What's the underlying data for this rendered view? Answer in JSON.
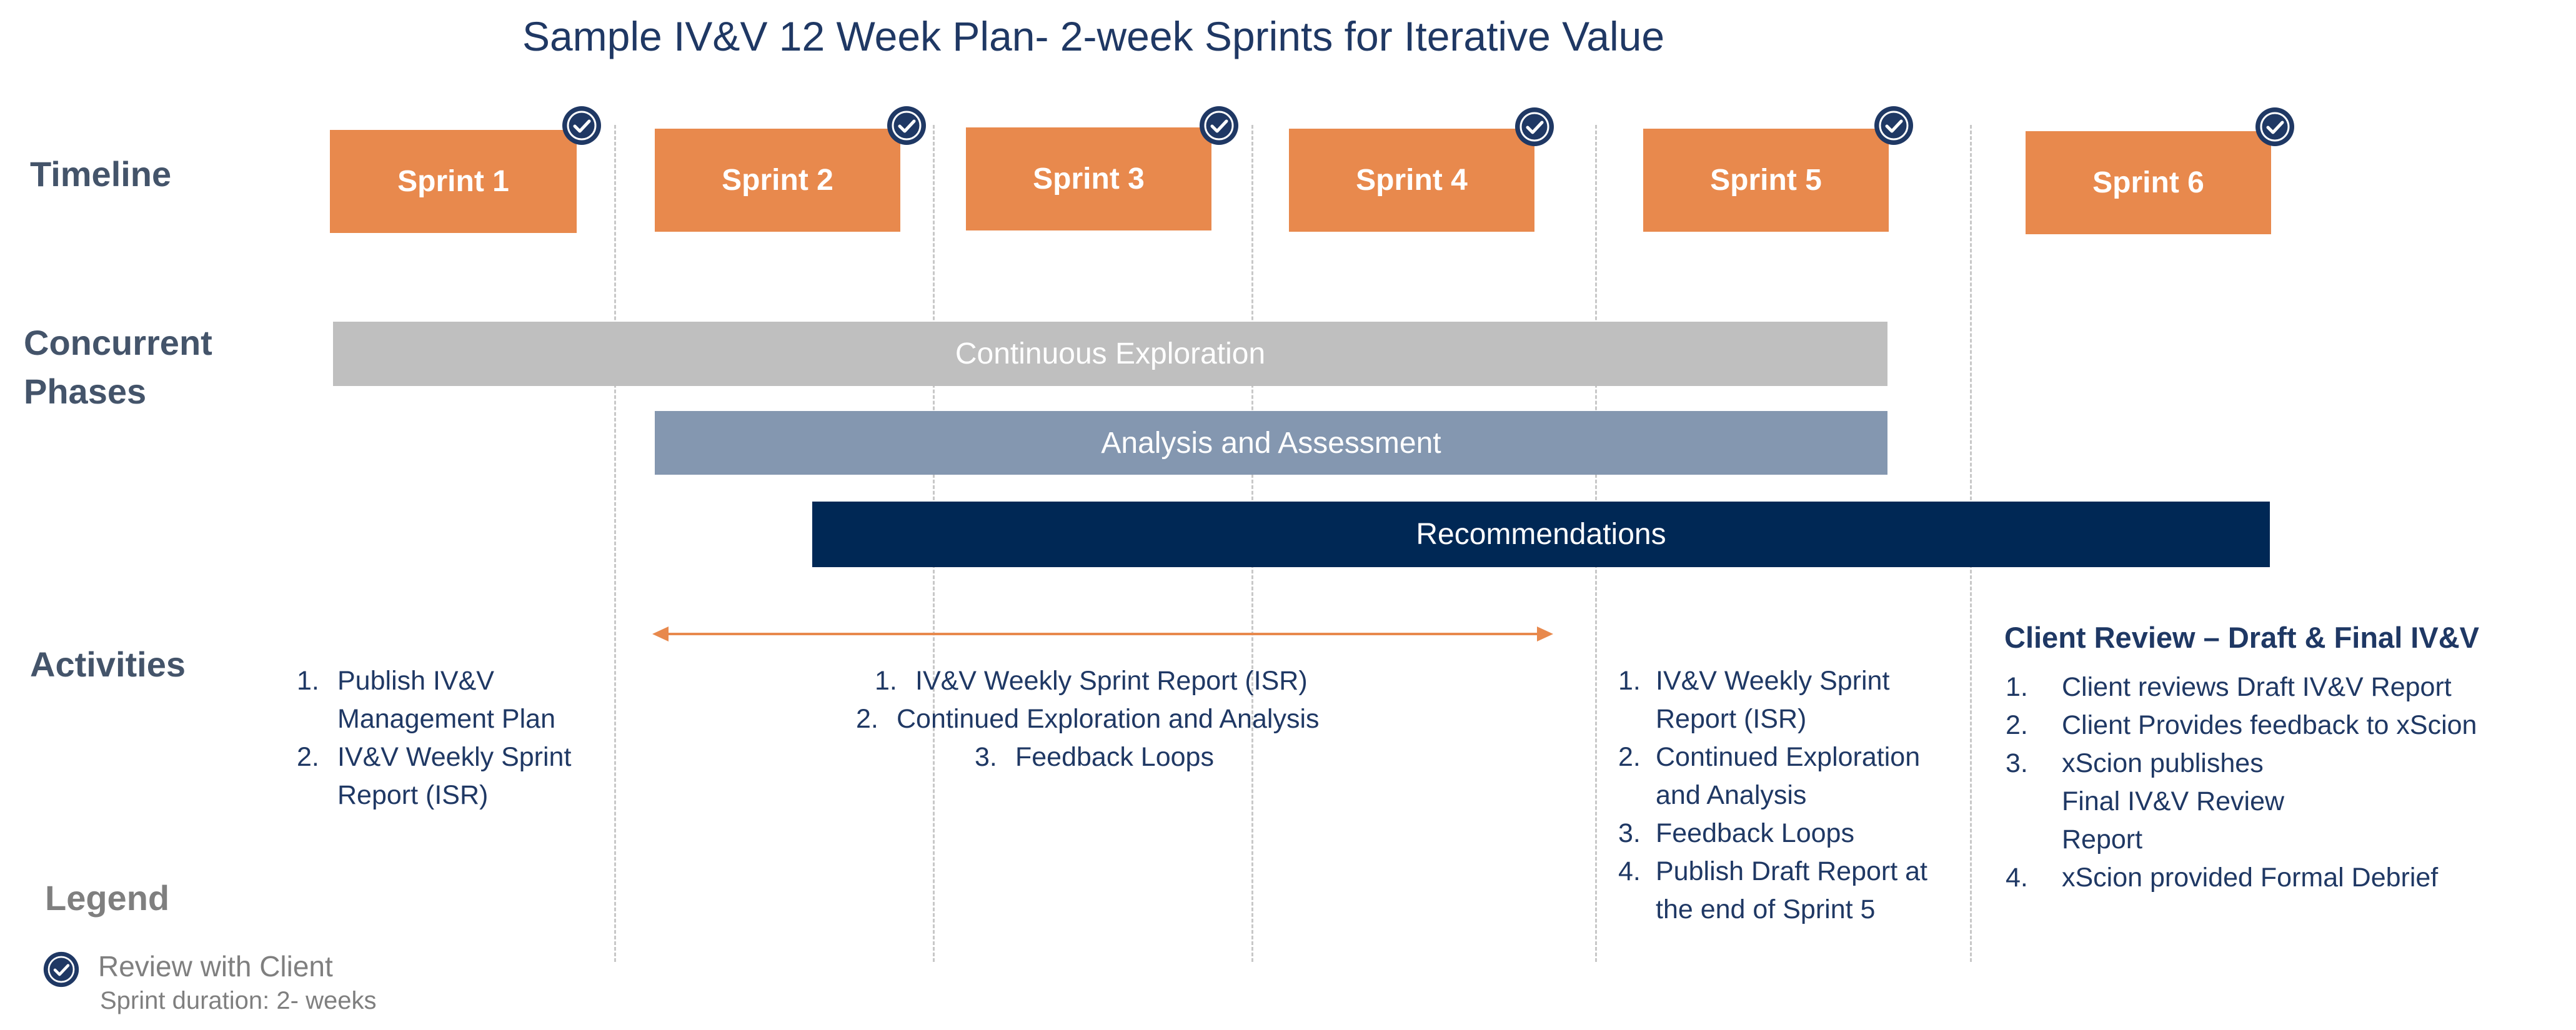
{
  "title": "Sample IV&V  12 Week Plan- 2-week Sprints for Iterative Value",
  "row_labels": {
    "timeline": "Timeline",
    "concurrent_line1": "Concurrent",
    "concurrent_line2": "Phases",
    "activities": "Activities"
  },
  "sprints": [
    "Sprint 1",
    "Sprint 2",
    "Sprint 3",
    "Sprint 4",
    "Sprint 5",
    "Sprint 6"
  ],
  "phases": {
    "continuous_exploration": "Continuous Exploration",
    "analysis_assessment": "Analysis and Assessment",
    "recommendations": "Recommendations"
  },
  "activities": {
    "sprint1": [
      {
        "num": "1.",
        "text": "Publish IV&V Management Plan"
      },
      {
        "num": "2.",
        "text": "IV&V Weekly Sprint Report (ISR)"
      }
    ],
    "sprints2_4": [
      {
        "num": "1.",
        "text": "IV&V Weekly Sprint Report (ISR)"
      },
      {
        "num": "2.",
        "text": "Continued Exploration and Analysis"
      },
      {
        "num": "3.",
        "text": "Feedback Loops"
      }
    ],
    "sprint5": [
      {
        "num": "1.",
        "text": "IV&V Weekly Sprint Report (ISR)"
      },
      {
        "num": "2.",
        "text": "Continued Exploration and Analysis"
      },
      {
        "num": "3.",
        "text": "Feedback Loops"
      },
      {
        "num": "4.",
        "text": "Publish Draft Report at the end of Sprint 5"
      }
    ],
    "client_review": {
      "title": "Client Review – Draft & Final IV&V",
      "items": [
        {
          "num": "1.",
          "text": "Client reviews Draft IV&V Report"
        },
        {
          "num": "2.",
          "text": "Client Provides feedback to xScion"
        },
        {
          "num": "3.",
          "text": "xScion publishes Final IV&V Review Report"
        },
        {
          "num": "4.",
          "text": "xScion provided Formal Debrief"
        }
      ]
    }
  },
  "legend": {
    "title": "Legend",
    "review_label": "Review with Client",
    "duration": "Sprint duration: 2- weeks"
  },
  "colors": {
    "sprint": "#e8894d",
    "continuous_exploration": "#bfbfbf",
    "analysis_assessment": "#8497b0",
    "recommendations": "#002855",
    "badge": "#1f3864",
    "arrow": "#e8894d"
  },
  "icons": {
    "review_badge": "check-badge-icon"
  }
}
